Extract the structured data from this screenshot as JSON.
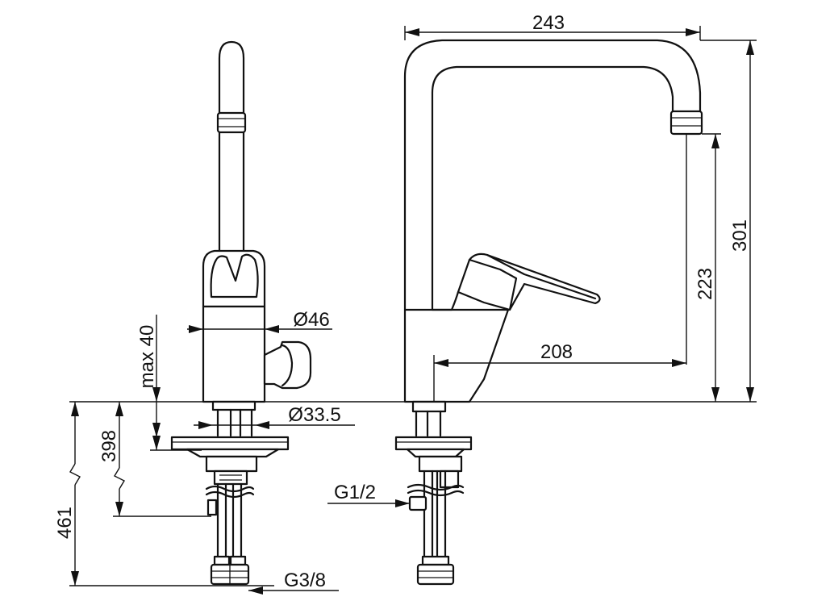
{
  "dimensions": {
    "spout_reach": "243",
    "overall_height": "301",
    "outlet_height": "223",
    "lever_reach": "208",
    "body_diameter": "Ø46",
    "shank_diameter": "Ø33.5",
    "max_deck_thickness": "max 40",
    "supply_length_inner": "398",
    "supply_length_outer": "461",
    "supply_thread": "G3/8",
    "connection_thread": "G1/2"
  }
}
